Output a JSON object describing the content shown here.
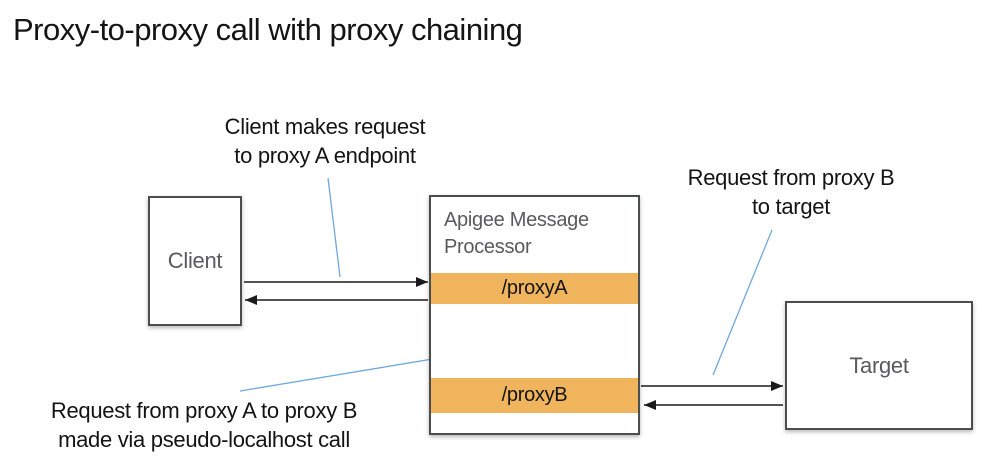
{
  "title": "Proxy-to-proxy call with proxy chaining",
  "nodes": {
    "client": {
      "label": "Client"
    },
    "message_processor": {
      "title": "Apigee Message Processor",
      "proxy_a": "/proxyA",
      "proxy_b": "/proxyB"
    },
    "target": {
      "label": "Target"
    }
  },
  "annotations": {
    "client_request": {
      "line1": "Client makes request",
      "line2": "to proxy A endpoint"
    },
    "proxy_b_to_target": {
      "line1": "Request from proxy B",
      "line2": "to target"
    },
    "proxy_a_to_b": {
      "line1": "Request from proxy A to proxy B",
      "line2": "made via pseudo-localhost call"
    }
  },
  "colors": {
    "band_orange": "#efb45c",
    "annotation_line_blue": "#6fa8dc",
    "box_border_gray": "#4c4d4f",
    "label_gray": "#595a5d",
    "arrow_black": "#1a1a1a",
    "text_black": "#141414"
  }
}
